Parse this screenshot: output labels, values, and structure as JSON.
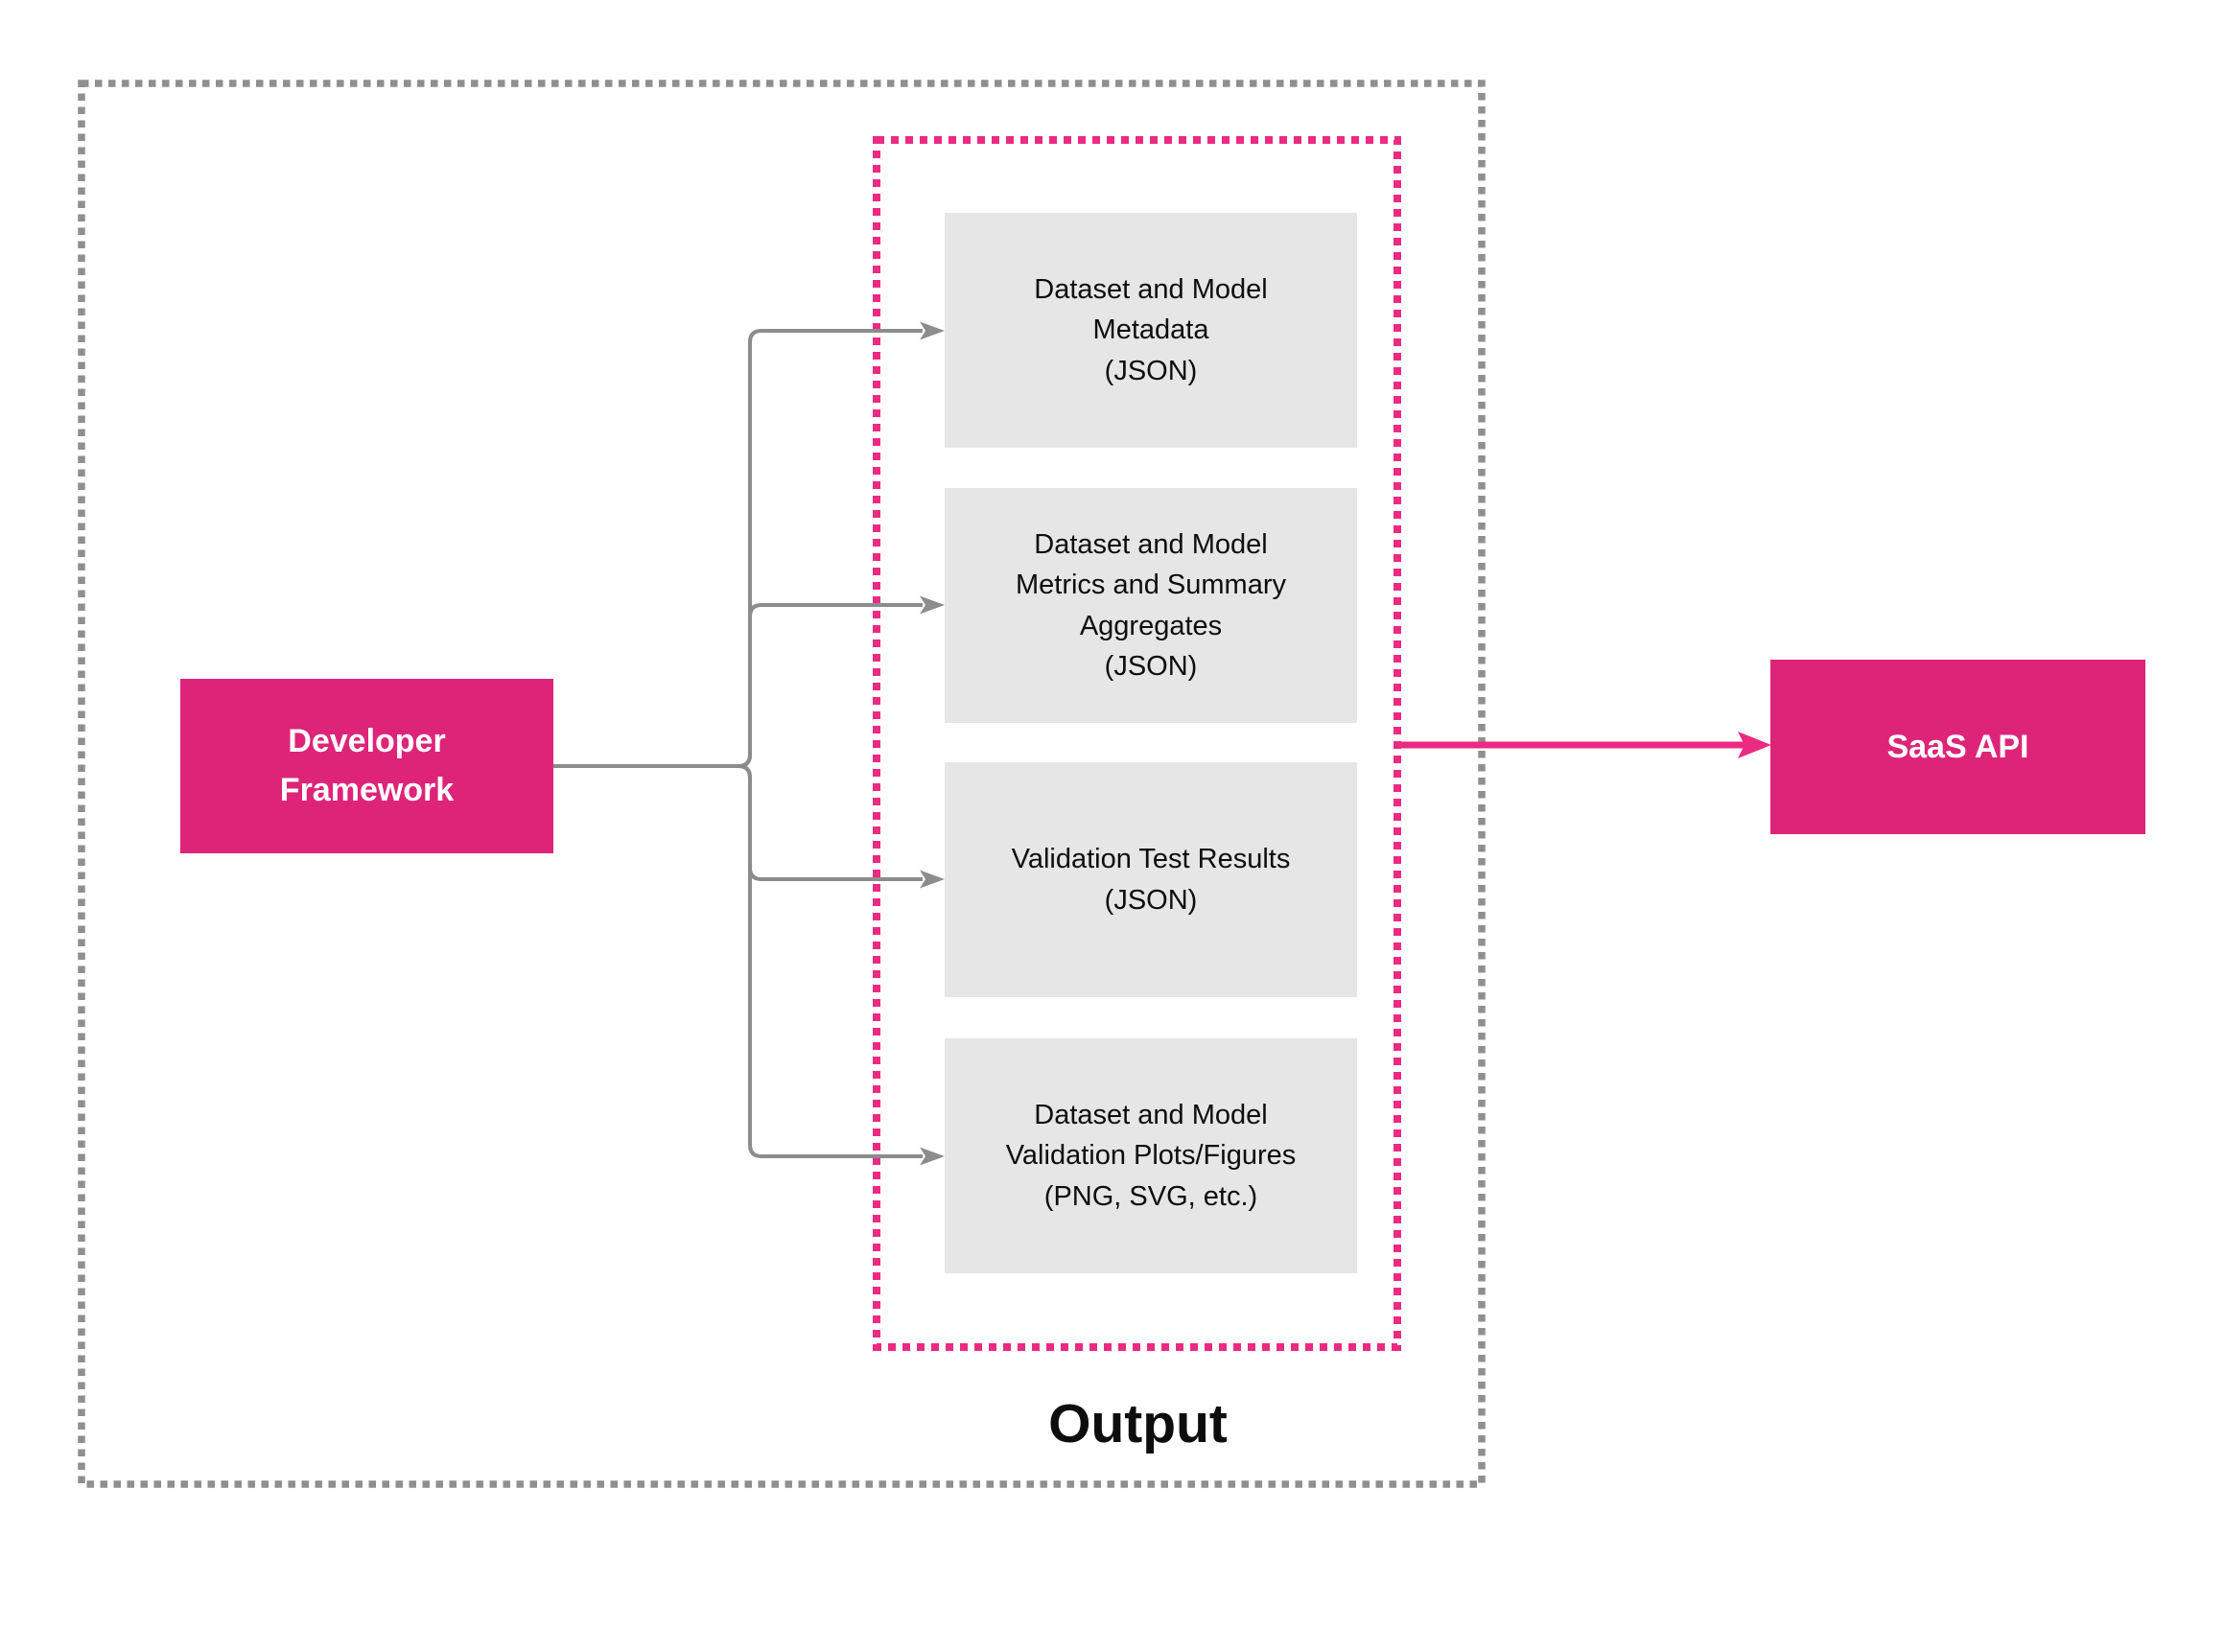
{
  "diagram": {
    "title": "",
    "nodes": {
      "developer_framework": {
        "label": "Developer\nFramework",
        "fill": "#DE2478"
      },
      "saas_api": {
        "label": "SaaS API",
        "fill": "#DE2478"
      },
      "outputs": [
        {
          "label": "Dataset and Model\nMetadata\n(JSON)",
          "fill": "#E6E6E6"
        },
        {
          "label": "Dataset and Model\nMetrics and Summary\nAggregates\n(JSON)",
          "fill": "#E6E6E6"
        },
        {
          "label": "Validation Test Results\n(JSON)",
          "fill": "#E6E6E6"
        },
        {
          "label": "Dataset and Model\nValidation Plots/Figures\n(PNG, SVG, etc.)",
          "fill": "#E6E6E6"
        }
      ]
    },
    "groups": {
      "output_group": {
        "label": "Output",
        "border": "#EB2A82",
        "border_style": "dotted"
      },
      "outer_container": {
        "label": "",
        "border": "#8F8F8F",
        "border_style": "dotted"
      }
    },
    "connections": [
      {
        "from": "Developer Framework",
        "to": "Dataset and Model Metadata (JSON)",
        "color": "#8C8C8C"
      },
      {
        "from": "Developer Framework",
        "to": "Dataset and Model Metrics and Summary Aggregates (JSON)",
        "color": "#8C8C8C"
      },
      {
        "from": "Developer Framework",
        "to": "Validation Test Results (JSON)",
        "color": "#8C8C8C"
      },
      {
        "from": "Developer Framework",
        "to": "Dataset and Model Validation Plots/Figures (PNG, SVG, etc.)",
        "color": "#8C8C8C"
      },
      {
        "from": "Output group",
        "to": "SaaS API",
        "color": "#EB2A82"
      }
    ],
    "colors": {
      "pink_fill": "#DE2478",
      "pink_dotted_border": "#EB2A82",
      "pink_arrow": "#EB2A82",
      "gray_dotted_border": "#8F8F8F",
      "connector_gray": "#8C8C8C",
      "output_box_fill": "#E6E6E6",
      "text_on_pink": "#FFFFFF",
      "text_dark": "#0D0D0D",
      "background": "#FFFFFF"
    }
  }
}
